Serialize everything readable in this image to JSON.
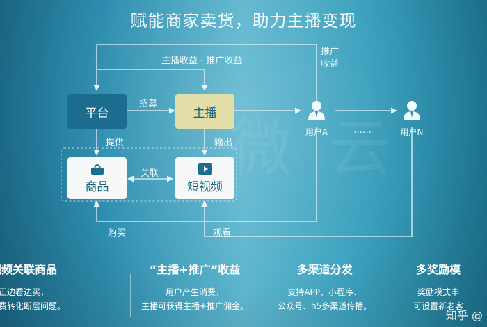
{
  "title": "赋能商家卖货，助力主播变现",
  "nodes": {
    "platform": "平台",
    "anchor": "主播",
    "product": "商品",
    "video": "短视频"
  },
  "edge_labels": {
    "top_income": "主播收益 · 推广收益",
    "side_income": "推广\n收益",
    "recruit": "招募",
    "provide": "提供",
    "output": "输出",
    "link": "关联",
    "buy": "购买",
    "watch": "观看",
    "ellipsis": "……"
  },
  "users": [
    "用户A",
    "用户N"
  ],
  "features": [
    {
      "title": "视频关联商品",
      "lines": [
        "真正边看边买，",
        "消费转化断层问题。"
      ]
    },
    {
      "title": "“主播+推广”收益",
      "lines": [
        "用户产生消费，",
        "主播可获得主播+推广佣金。"
      ]
    },
    {
      "title": "多渠道分发",
      "lines": [
        "支持APP、小程序、",
        "公众号、h5多渠道传播。"
      ]
    },
    {
      "title": "多奖励模",
      "lines": [
        "奖励模式丰",
        "可设置新老客"
      ]
    }
  ],
  "watermark": "知乎 @"
}
